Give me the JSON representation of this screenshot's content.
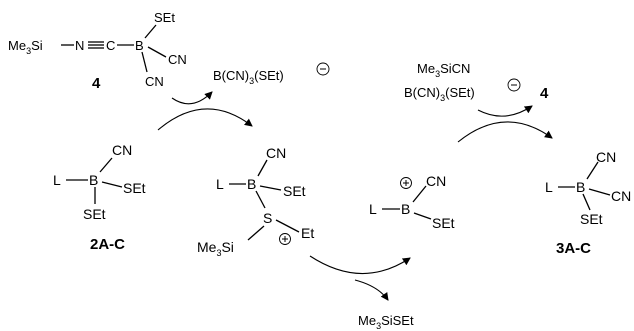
{
  "reagent": {
    "me3si": "Me",
    "me3si_sub": "3",
    "me3si_tail": "Si",
    "n": "N",
    "c": "C",
    "b": "B",
    "set": "SEt",
    "cn_a": "CN",
    "cn_b": "CN",
    "number": "4"
  },
  "step1_byproduct": {
    "prefix": "B(CN)",
    "sub": "3",
    "suffix": "(SEt)"
  },
  "start": {
    "l": "L",
    "b": "B",
    "cn": "CN",
    "set_a": "SEt",
    "set_b": "SEt",
    "label": "2A-C"
  },
  "intermediate": {
    "l": "L",
    "b": "B",
    "cn": "CN",
    "set": "SEt",
    "s": "S",
    "et": "Et",
    "me3si": "Me",
    "me3si_sub": "3",
    "me3si_tail": "Si"
  },
  "step2_byproduct": {
    "me": "Me",
    "sub": "3",
    "tail": "SiSEt"
  },
  "borenium": {
    "l": "L",
    "b": "B",
    "cn": "CN",
    "set": "SEt"
  },
  "step3_reagents": {
    "me3sicn_me": "Me",
    "me3sicn_sub": "3",
    "me3sicn_tail": "SiCN",
    "anion_prefix": "B(CN)",
    "anion_sub": "3",
    "anion_suffix": "(SEt)"
  },
  "step3_product": "4",
  "product": {
    "l": "L",
    "b": "B",
    "cn_a": "CN",
    "cn_b": "CN",
    "set": "SEt",
    "label": "3A-C"
  }
}
